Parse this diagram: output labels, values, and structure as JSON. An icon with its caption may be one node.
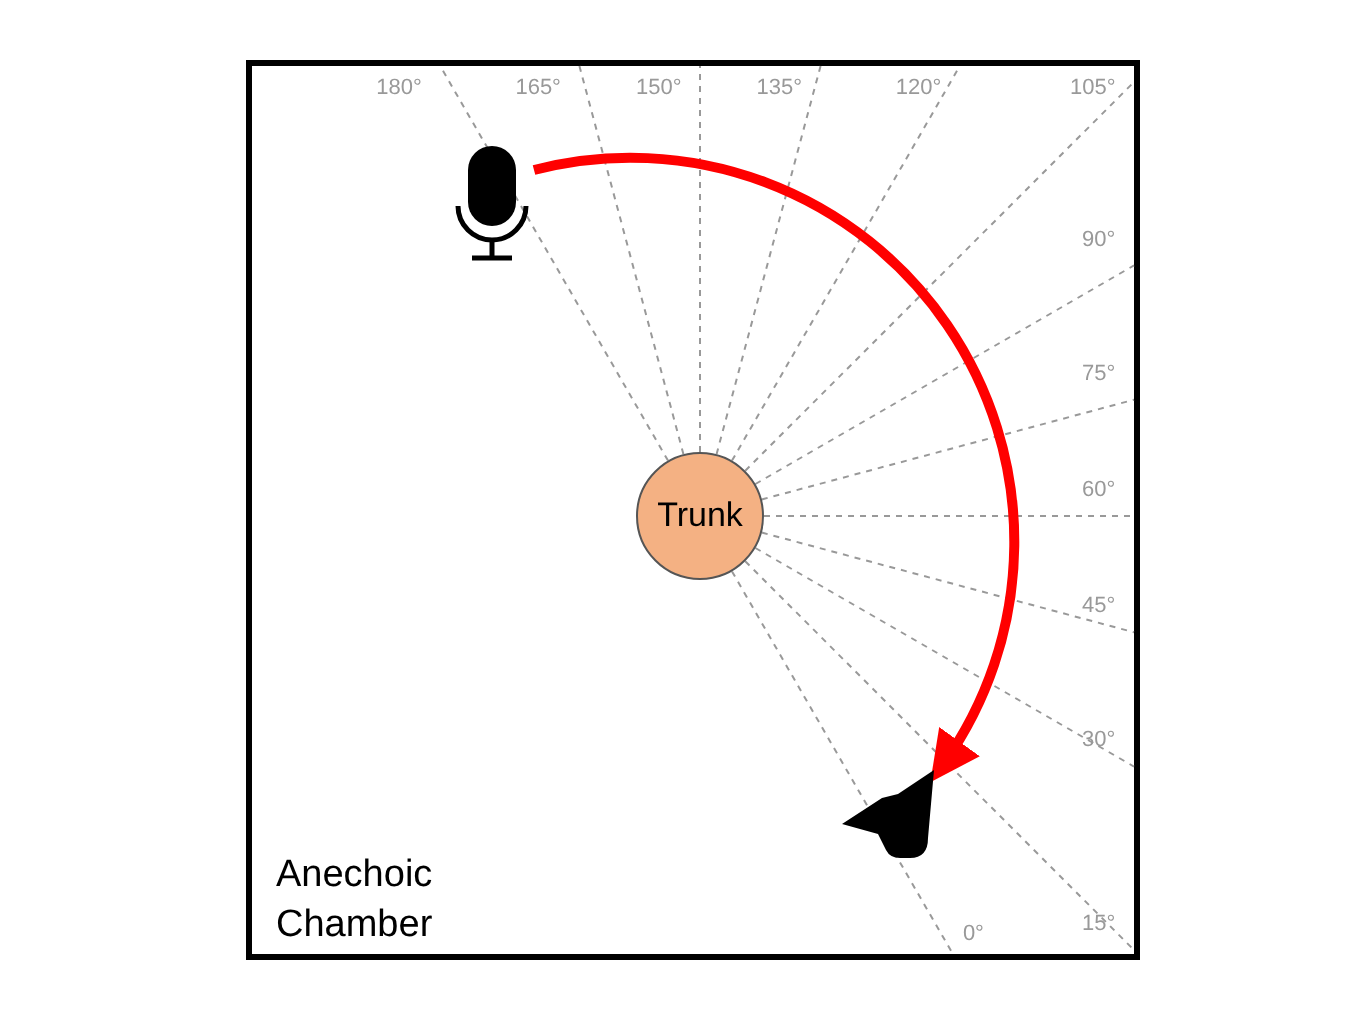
{
  "diagram": {
    "nodes": [
      {
        "text": [
          "Anechoic Chamber"
        ]
      },
      {
        "text": [],
        "shape": "microphone",
        "in": 0
      },
      {
        "text": [
          "Trunk"
        ],
        "in": 0
      },
      {
        "text": [],
        "shape": "speaker",
        "in": 0
      }
    ],
    "edges": [
      {
        "from": 1,
        "to": 3,
        "arrow": "to",
        "color": "#ff0000"
      }
    ],
    "labels": [
      "180°",
      "165°",
      "150°",
      "135°",
      "120°",
      "105°",
      "90°",
      "75°",
      "60°",
      "45°",
      "30°",
      "15°",
      "0°"
    ]
  }
}
